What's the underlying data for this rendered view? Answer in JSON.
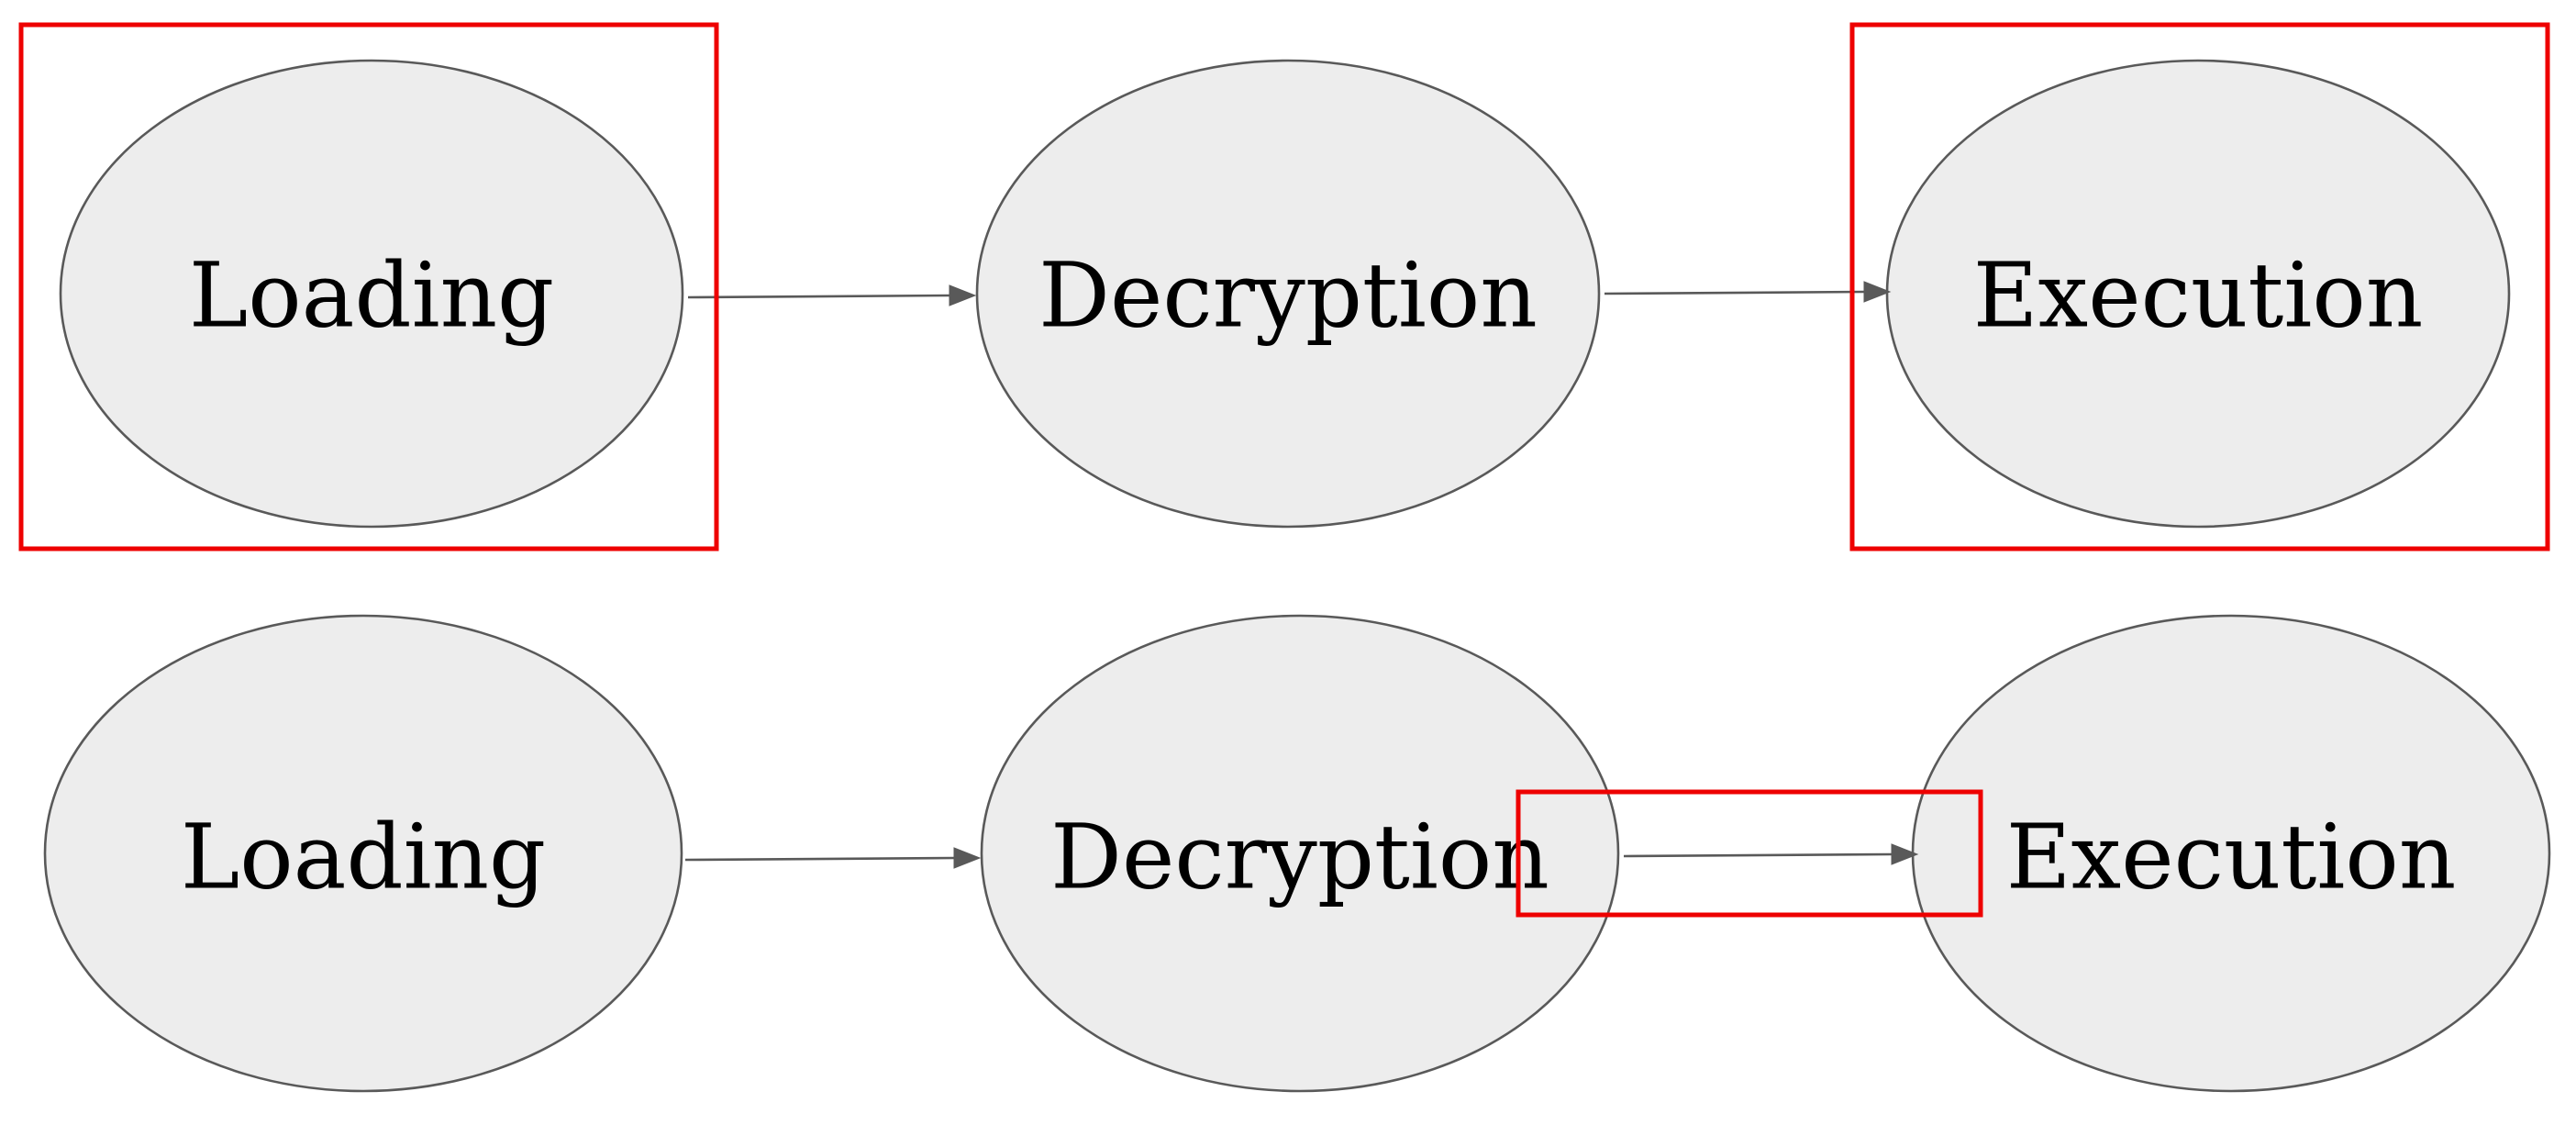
{
  "colors": {
    "node_fill": "#ededed",
    "node_stroke": "#595959",
    "edge": "#595959",
    "highlight": "#ee0000",
    "background": "#ffffff"
  },
  "diagrams": [
    {
      "nodes": [
        {
          "id": "loading",
          "label": "Loading",
          "highlighted": true
        },
        {
          "id": "decryption",
          "label": "Decryption",
          "highlighted": false
        },
        {
          "id": "execution",
          "label": "Execution",
          "highlighted": true
        }
      ],
      "edges": [
        {
          "from": "loading",
          "to": "decryption",
          "highlighted": false
        },
        {
          "from": "decryption",
          "to": "execution",
          "highlighted": false
        }
      ]
    },
    {
      "nodes": [
        {
          "id": "loading",
          "label": "Loading",
          "highlighted": false
        },
        {
          "id": "decryption",
          "label": "Decryption",
          "highlighted": false
        },
        {
          "id": "execution",
          "label": "Execution",
          "highlighted": false
        }
      ],
      "edges": [
        {
          "from": "loading",
          "to": "decryption",
          "highlighted": false
        },
        {
          "from": "decryption",
          "to": "execution",
          "highlighted": true
        }
      ]
    }
  ]
}
